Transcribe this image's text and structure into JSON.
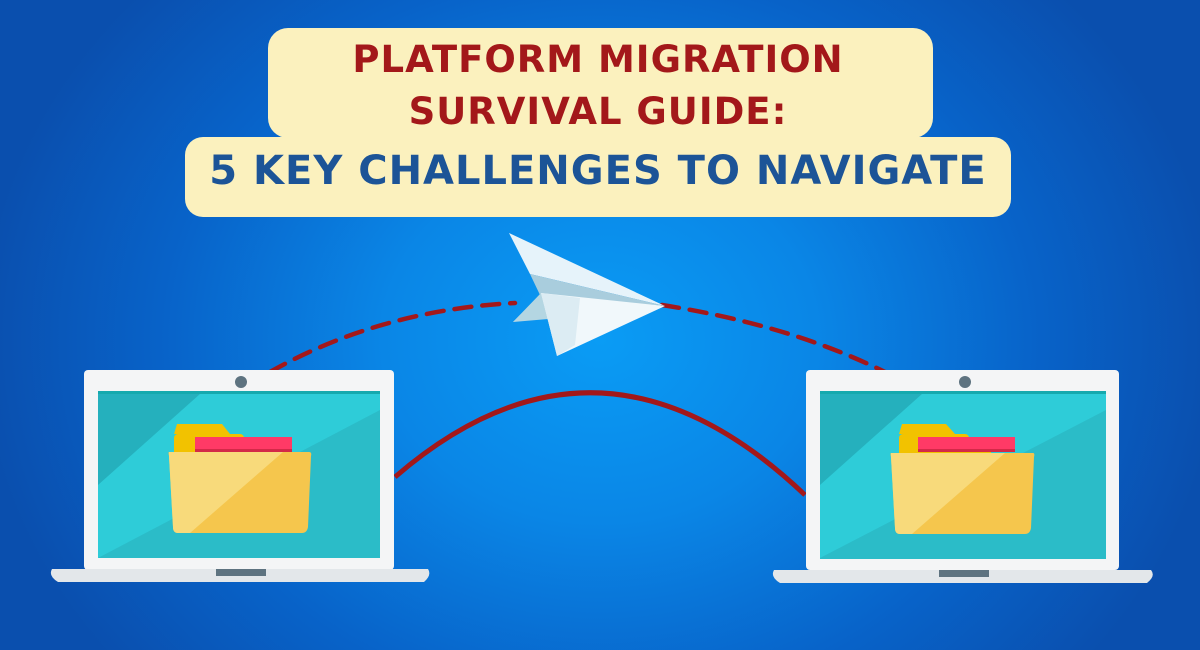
{
  "title": {
    "line1": "PLATFORM MIGRATION",
    "line2": "SURVIVAL GUIDE:",
    "line3": "5 KEY CHALLENGES TO NAVIGATE"
  },
  "colors": {
    "background": "#0a86e6",
    "banner": "#fbf1be",
    "title_red": "#a3181a",
    "title_blue": "#1c5497",
    "arc_red": "#a3181a",
    "screen": "#2cc3cf",
    "folder_front": "#f6d16a",
    "folder_back": "#f4c500",
    "folder_paper": "#ff3a66"
  },
  "illustration": {
    "left_device": "laptop-with-folder",
    "right_device": "laptop-with-folder",
    "transfer_icon": "paper-plane-icon"
  }
}
